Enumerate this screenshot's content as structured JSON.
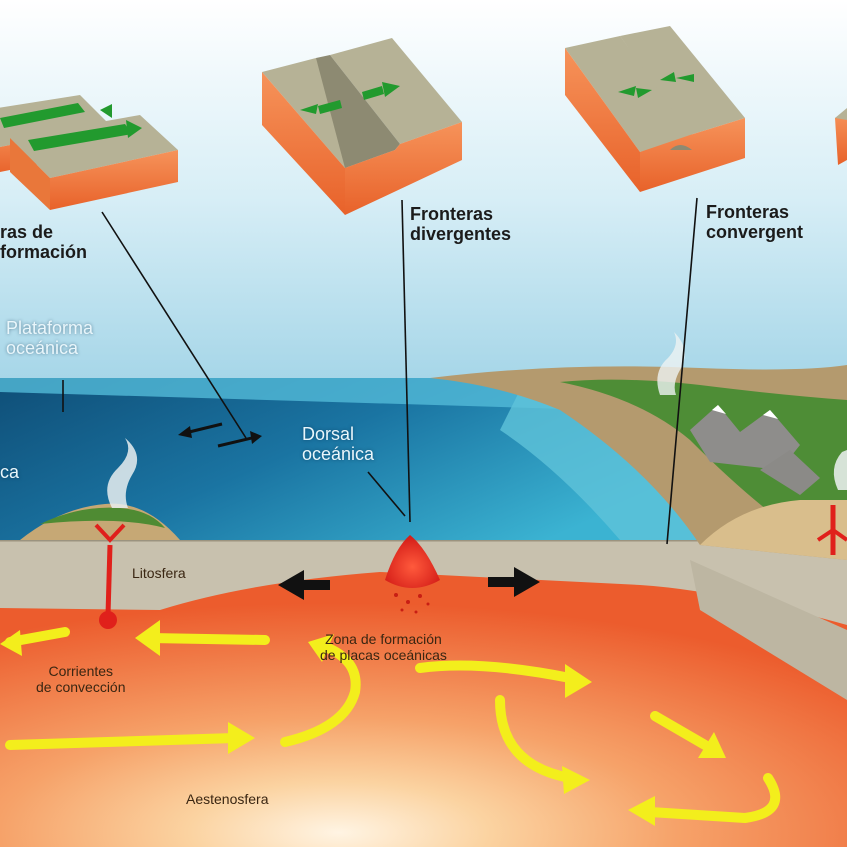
{
  "labels": {
    "transform_boundaries": "ras de\nformación",
    "divergent_boundaries": "Fronteras\ndivergentes",
    "convergent_boundaries": "Fronteras\nconvergent",
    "oceanic_platform": "Plataforma\noceánica",
    "oceanic_left": "ca",
    "oceanic_ridge": "Dorsal\noceánica",
    "lithosphere": "Litosfera",
    "plate_formation_zone": "Zona de formación\nde placas oceánicas",
    "convection_currents": "Corrientes\nde convección",
    "asthenosphere": "Aestenosfera"
  },
  "colors": {
    "sky_top": "#ffffff",
    "sky_bottom": "#9cd3e6",
    "ocean_surface": "#2da7c9",
    "ocean_deep": "#135d86",
    "lithosphere": "#c9c2b0",
    "mantle_hot": "#ee5a2c",
    "mantle_warm": "#f7a56c",
    "convection_arrows": "#f3ee1c",
    "magma": "#e41a18",
    "plate_arrows": "#2e9b34",
    "land": "#4d8a34"
  }
}
